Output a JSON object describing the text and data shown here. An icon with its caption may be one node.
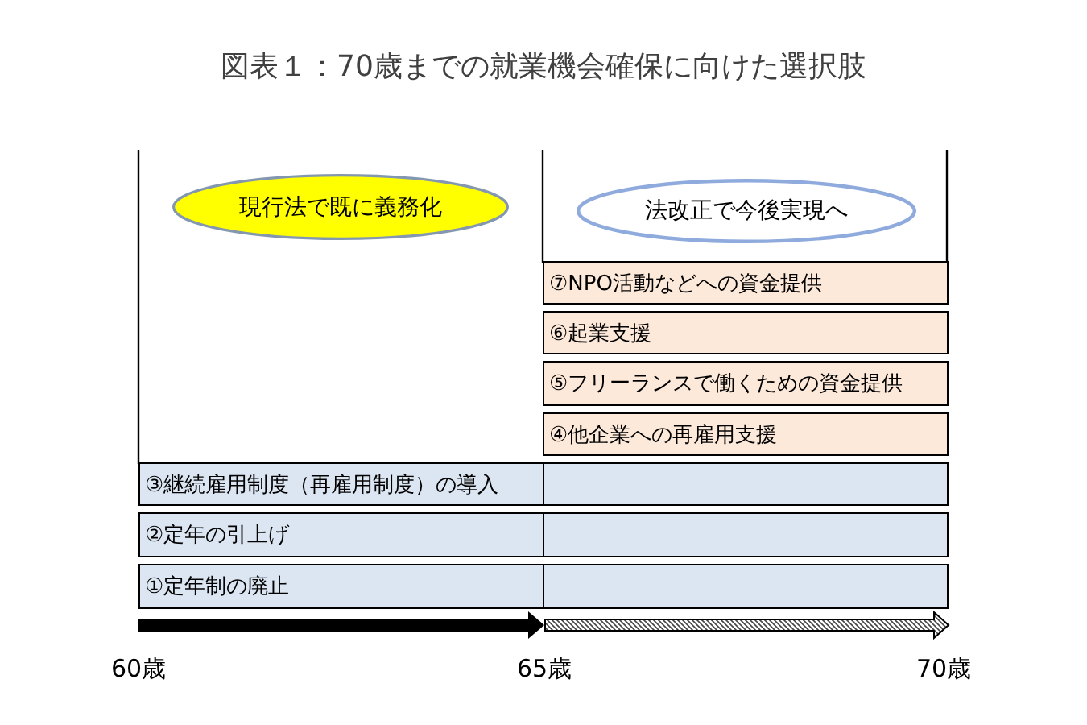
{
  "diagram": {
    "title": "図表１：70歳までの就業機会確保に向けた選択肢",
    "nodes": [
      {
        "text": [
          "現行法で既に義務化"
        ]
      },
      {
        "text": [
          "法改正で今後実現へ"
        ]
      },
      {
        "text": [
          "⑦NPO活動などへの資金提供"
        ]
      },
      {
        "text": [
          "⑥起業支援"
        ]
      },
      {
        "text": [
          "⑤フリーランスで働くための資金提供"
        ]
      },
      {
        "text": [
          "④他企業への再雇用支援"
        ]
      },
      {
        "text": [
          "③継続雇用制度（再雇用制度）の導入"
        ]
      },
      {
        "text": [
          "②定年の引上げ"
        ]
      },
      {
        "text": [
          "①定年制の廃止"
        ]
      }
    ],
    "labels": [
      "60歳",
      "65歳",
      "70歳"
    ]
  }
}
